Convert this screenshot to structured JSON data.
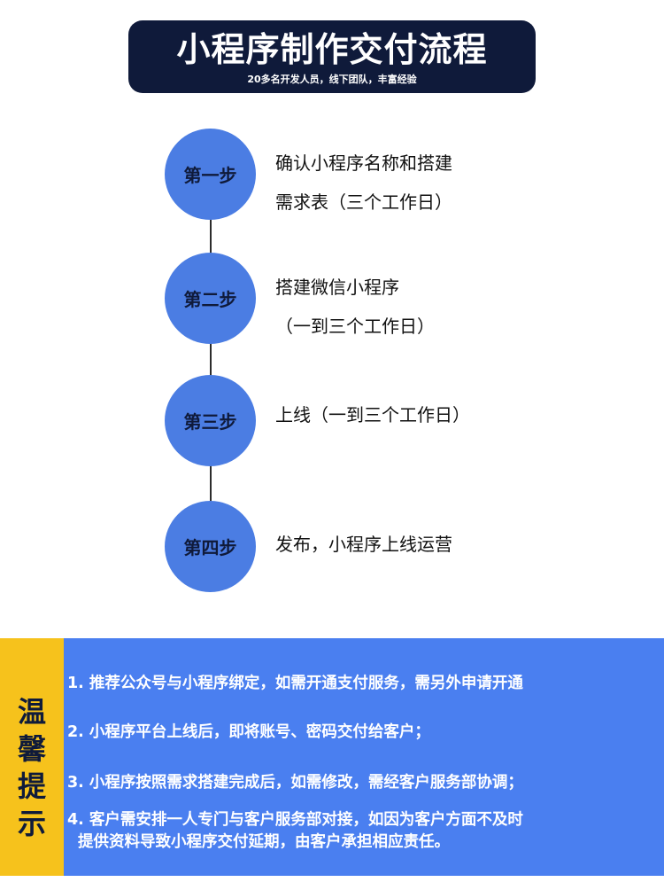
{
  "header": {
    "title": "小程序制作交付流程",
    "subtitle": "20多名开发人员，线下团队，丰富经验"
  },
  "steps": [
    {
      "label": "第一步",
      "line1": "确认小程序名称和搭建",
      "line2": "需求表（三个工作日）"
    },
    {
      "label": "第二步",
      "line1": "搭建微信小程序",
      "line2": "（一到三个工作日）"
    },
    {
      "label": "第三步",
      "line1": "上线（一到三个工作日）"
    },
    {
      "label": "第四步",
      "line1": "发布，小程序上线运营"
    }
  ],
  "tips": {
    "label": [
      "温",
      "馨",
      "提",
      "示"
    ],
    "items": [
      "1. 推荐公众号与小程序绑定，如需开通支付服务，需另外申请开通",
      "2. 小程序平台上线后，即将账号、密码交付给客户；",
      "3. 小程序按照需求搭建完成后，如需修改，需经客户服务部协调；",
      "4. 客户需安排一人专门与客户服务部对接，如因为客户方面不及时",
      "提供资料导致小程序交付延期，由客户承担相应责任。"
    ]
  },
  "colors": {
    "banner": "#0f1a3a",
    "step_circle": "#4b7de3",
    "tips_panel": "#4a7ff0",
    "tips_side": "#f6c21c"
  }
}
